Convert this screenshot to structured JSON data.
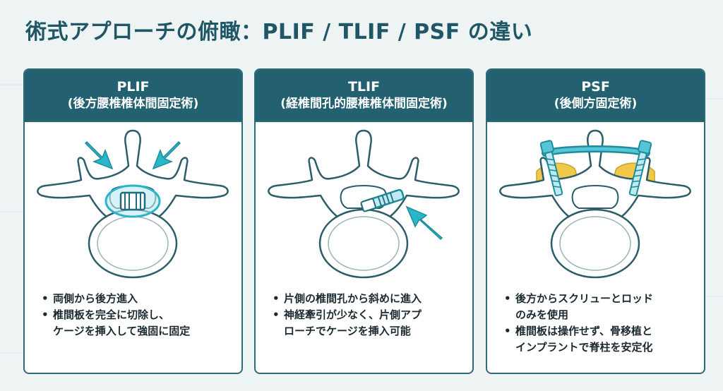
{
  "title": "術式アプローチの俯瞰：PLIF / TLIF / PSF の違い",
  "colors": {
    "header": "#236171",
    "accent": "#2bb5c8",
    "graft": "#f0c84a",
    "bone_outline": "#2d5d6a"
  },
  "cards": [
    {
      "title": "PLIF",
      "subtitle": "(後方腰椎椎体間固定術)",
      "illustration": "vertebra-posterior-bilateral-approach",
      "bullets": [
        "両側から後方進入",
        "椎間板を完全に切除し、",
        "ケージを挿入して強固に固定"
      ]
    },
    {
      "title": "TLIF",
      "subtitle": "(経椎間孔的腰椎椎体間固定術)",
      "illustration": "vertebra-transforaminal-unilateral-approach",
      "bullets": [
        "片側の椎間孔から斜めに進入",
        "神経牽引が少なく、片側アプ",
        "ローチでケージを挿入可能"
      ]
    },
    {
      "title": "PSF",
      "subtitle": "(後側方固定術)",
      "illustration": "vertebra-pedicle-screws-rod-bone-graft",
      "bullets": [
        "後方からスクリューとロッド",
        "のみを使用",
        "椎間板は操作せず、骨移植と",
        "インプラントで脊柱を安定化"
      ]
    }
  ]
}
